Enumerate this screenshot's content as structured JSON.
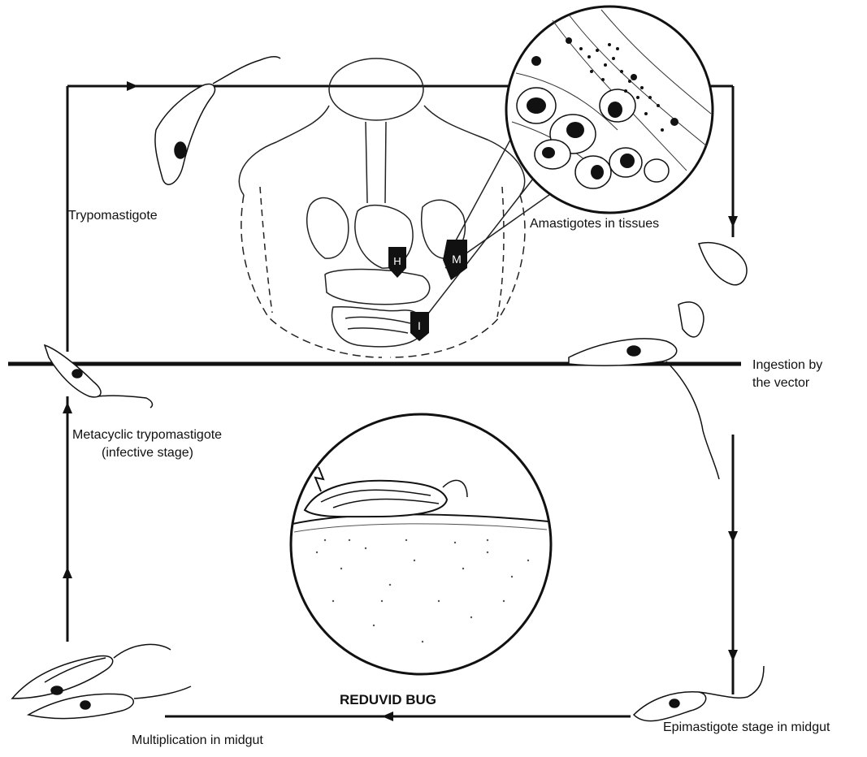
{
  "diagram": {
    "labels": {
      "trypomastigote": "Trypomastigote",
      "amastigotes": "Amastigotes in tissues",
      "ingestion_line1": "Ingestion by",
      "ingestion_line2": "the vector",
      "metacyclic_line1": "Metacyclic trypomastigote",
      "metacyclic_line2": "(infective stage)",
      "reduvid_bug": "REDUVID BUG",
      "epimastigote": "Epimastigote stage in midgut",
      "multiplication": "Multiplication in midgut"
    },
    "organ_markers": {
      "heart": "H",
      "muscle": "M",
      "intestine": "I"
    },
    "colors": {
      "ink": "#111111",
      "background": "#ffffff"
    }
  }
}
